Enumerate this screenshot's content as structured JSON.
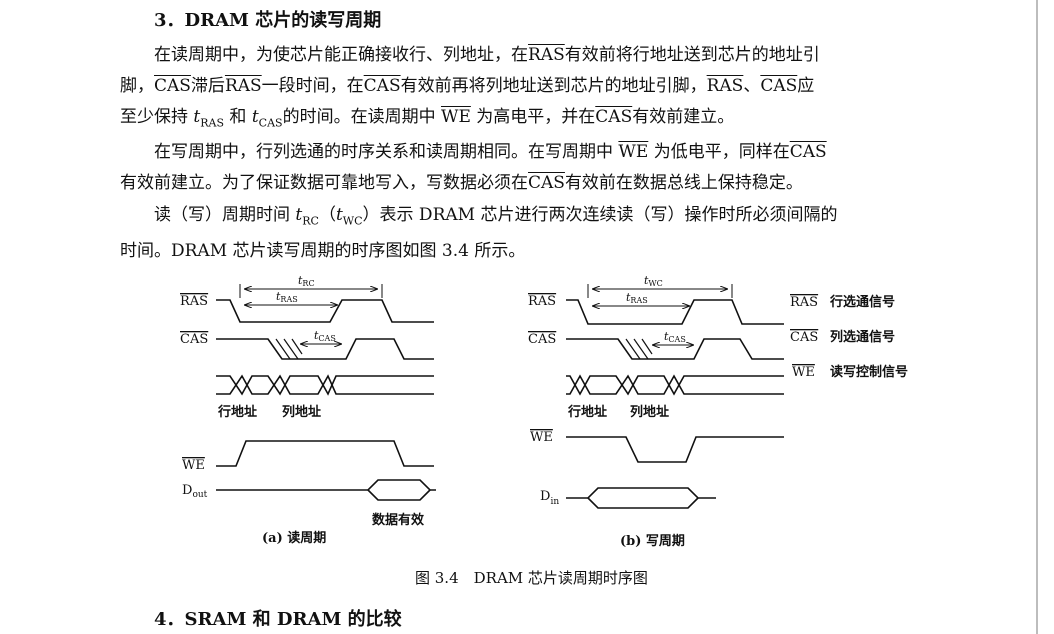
{
  "section3": {
    "title": "3．DRAM 芯片的读写周期",
    "p1_part1": "在读周期中，为使芯片能正确接收行、列地址，在",
    "RAS": "RAS",
    "p1_part2": "有效前将行地址送到芯片的地址引",
    "p1_part3": "脚，",
    "CAS": "CAS",
    "p1_part4": "滞后",
    "p1_part5": "一段时间，在",
    "p1_part6": "有效前再将列地址送到芯片的地址引脚，",
    "p1_part7": "、",
    "p1_part8": "应",
    "p1_part9": "至少保持",
    "tRAS_t": "t",
    "tRAS_sub": "RAS",
    "p1_part10": "和",
    "tCAS_sub": "CAS",
    "p1_part11": "的时间。在读周期中",
    "WE": "WE",
    "p1_part12": "为高电平，并在",
    "p1_part13": "有效前建立。",
    "p2_part1": "在写周期中，行列选通的时序关系和读周期相同。在写周期中",
    "p2_part2": "为低电平，同样在",
    "p2_part3": "有效前建立。为了保证数据可靠地写入，写数据必须在",
    "p2_part4": "有效前在数据总线上保持稳定。",
    "p3_part1": "读（写）周期时间",
    "tRC_sub": "RC",
    "p3_part2": "（",
    "tWC_sub": "WC",
    "p3_part3": "）表示 DRAM 芯片进行两次连续读（写）操作时所必须间隔的",
    "p3_part4": "时间。DRAM 芯片读写周期的时序图如图 3.4 所示。"
  },
  "figure": {
    "caption": "图 3.4　DRAM 芯片读周期时序图",
    "read_label": "(a) 读周期",
    "write_label": "(b) 写周期",
    "sig_RAS": "RAS",
    "sig_CAS": "CAS",
    "sig_WE": "WE",
    "sig_Dout": "D",
    "sig_Dout_sub": "out",
    "sig_Din": "D",
    "sig_Din_sub": "in",
    "t": "t",
    "RC": "RC",
    "RAS_sub": "RAS",
    "CAS_sub": "CAS",
    "WC": "WC",
    "row_addr": "行地址",
    "col_addr": "列地址",
    "data_valid": "数据有效",
    "legend_RAS": "RAS",
    "legend_RAS_desc": "行选通信号",
    "legend_CAS": "CAS",
    "legend_CAS_desc": "列选通信号",
    "legend_WE": "WE",
    "legend_WE_desc": "读写控制信号"
  },
  "section4": {
    "title": "4．SRAM 和 DRAM 的比较"
  }
}
